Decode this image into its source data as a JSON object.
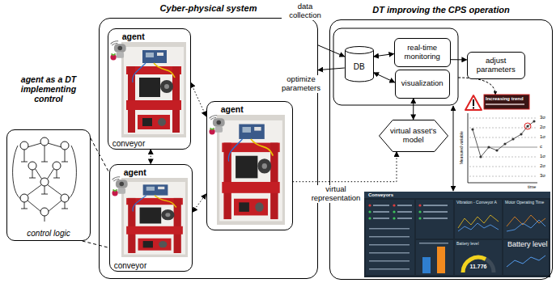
{
  "diagram": {
    "nodes": [
      {
        "text": [
          "Cyber-physical system"
        ]
      },
      {
        "text": [
          "agent",
          "conveyor"
        ],
        "in": 0
      },
      {
        "text": [
          "agent"
        ],
        "in": 0
      },
      {
        "text": [
          "agent",
          "conveyor"
        ],
        "in": 0
      },
      {
        "text": [
          "control logic"
        ]
      },
      {
        "text": [
          "DT improving the CPS operation"
        ]
      },
      {
        "text": [
          "DB"
        ],
        "in": 5
      },
      {
        "text": [
          "real-time monitoring"
        ],
        "in": 5
      },
      {
        "text": [
          "visualization"
        ],
        "in": 5
      },
      {
        "text": [
          "adjust parameters"
        ],
        "in": 5
      },
      {
        "text": [
          "virtual asset's model"
        ],
        "in": 5
      }
    ],
    "edges": [
      {
        "from": 1,
        "to": 3,
        "arrow": "both"
      },
      {
        "from": 1,
        "to": 2,
        "arrow": "both"
      },
      {
        "from": 3,
        "to": 2,
        "arrow": "both"
      },
      {
        "from": 0,
        "to": 6,
        "label": "data collection",
        "arrow": "to"
      },
      {
        "from": 6,
        "to": 0,
        "label": "optimize parameters",
        "arrow": "to"
      },
      {
        "from": 6,
        "to": 7,
        "arrow": "both"
      },
      {
        "from": 6,
        "to": 8,
        "arrow": "both"
      },
      {
        "from": 7,
        "to": 9,
        "arrow": "to"
      },
      {
        "from": 8,
        "to": 10,
        "arrow": "both"
      },
      {
        "from": 2,
        "to": 10,
        "label": "virtual representation",
        "arrow": "to"
      },
      {
        "from": 4,
        "to": 3,
        "arrow": "none"
      },
      {
        "from": 4,
        "to": 3,
        "arrow": "none"
      }
    ],
    "labels": [
      "agent as a DT implementing control",
      "Increasing trend",
      "Measured variable",
      "time",
      "3σ",
      "2σ",
      "1σ",
      "c",
      "1σ",
      "2σ",
      "3σ",
      "Conveyors",
      "Vibration - Conveyor A",
      "Motor Operating Time",
      "Battery level",
      "11.776",
      "Battery level"
    ]
  }
}
